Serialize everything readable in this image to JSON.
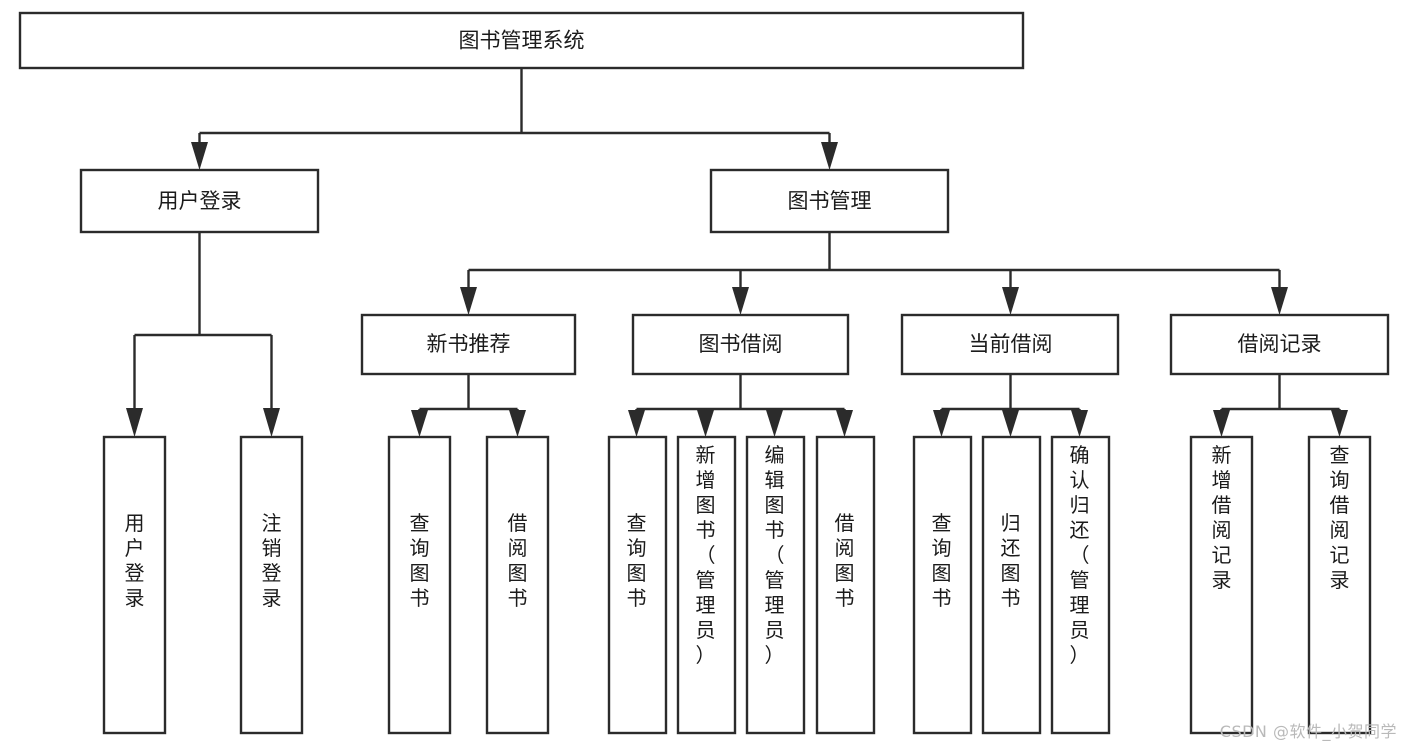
{
  "diagram": {
    "type": "tree-hierarchy-chart",
    "title": "图书管理系统",
    "watermark": "CSDN @软件_小贺同学",
    "colors": {
      "background": "#ffffff",
      "box_fill": "#ffffff",
      "line": "#2b2b2b",
      "text": "#1b1b1b",
      "watermark": "#b9b9b9"
    },
    "root": {
      "label": "图书管理系统"
    },
    "level1": [
      {
        "label": "用户登录"
      },
      {
        "label": "图书管理"
      }
    ],
    "level2": [
      {
        "label": "新书推荐"
      },
      {
        "label": "图书借阅"
      },
      {
        "label": "当前借阅"
      },
      {
        "label": "借阅记录"
      }
    ],
    "leaves": {
      "user_login": [
        {
          "label": "用户登录"
        },
        {
          "label": "注销登录"
        }
      ],
      "new_book_recommend": [
        {
          "label": "查询图书"
        },
        {
          "label": "借阅图书"
        }
      ],
      "book_borrow": [
        {
          "label": "查询图书"
        },
        {
          "label": "新增图书（管理员）"
        },
        {
          "label": "编辑图书（管理员）"
        },
        {
          "label": "借阅图书"
        }
      ],
      "current_borrow": [
        {
          "label": "查询图书"
        },
        {
          "label": "归还图书"
        },
        {
          "label": "确认归还（管理员）"
        }
      ],
      "borrow_record": [
        {
          "label": "新增借阅记录"
        },
        {
          "label": "查询借阅记录"
        }
      ]
    }
  }
}
